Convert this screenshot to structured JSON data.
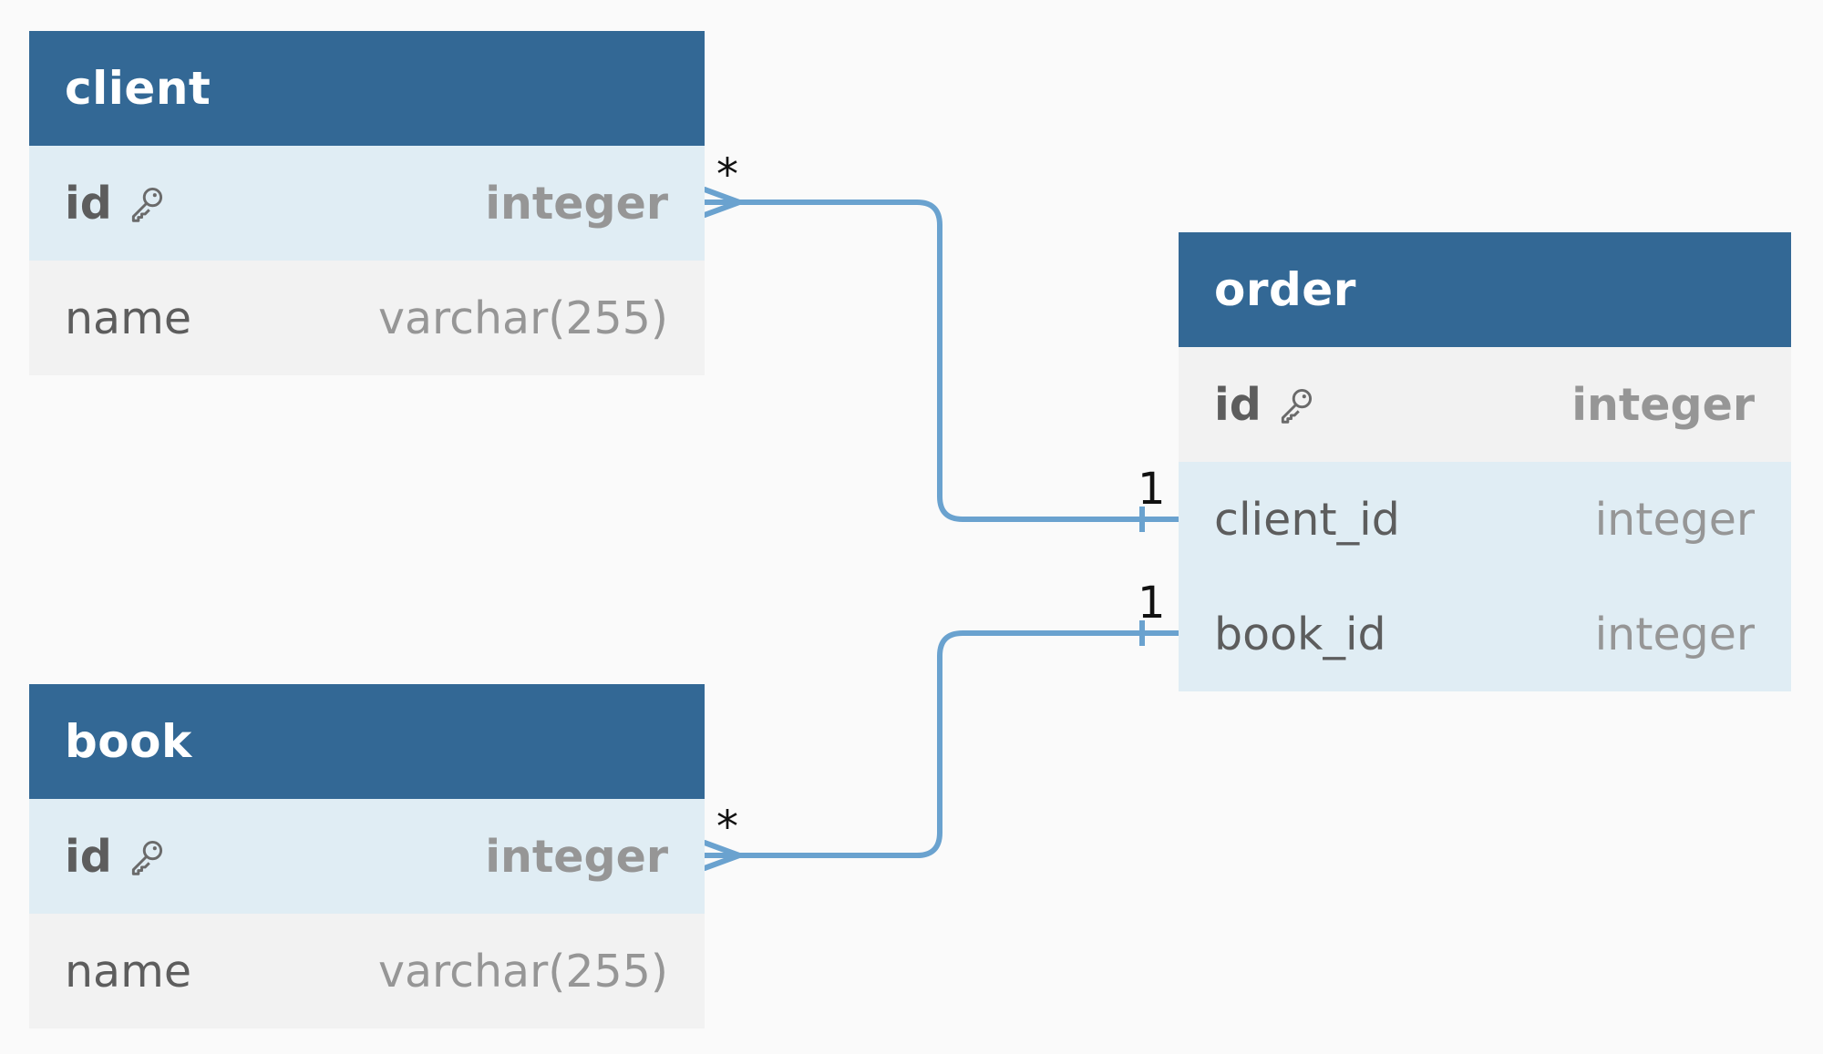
{
  "colors": {
    "header_bg": "#336895",
    "connector": "#6aa2cf",
    "row_highlight": "#e0edf4",
    "row_plain": "#f2f2f2"
  },
  "tables": {
    "client": {
      "name": "client",
      "fields": [
        {
          "name": "id",
          "type": "integer",
          "icon": "key-icon"
        },
        {
          "name": "name",
          "type": "varchar(255)"
        }
      ]
    },
    "book": {
      "name": "book",
      "fields": [
        {
          "name": "id",
          "type": "integer",
          "icon": "key-icon"
        },
        {
          "name": "name",
          "type": "varchar(255)"
        }
      ]
    },
    "order": {
      "name": "order",
      "fields": [
        {
          "name": "id",
          "type": "integer",
          "icon": "key-icon"
        },
        {
          "name": "client_id",
          "type": "integer"
        },
        {
          "name": "book_id",
          "type": "integer"
        }
      ]
    }
  },
  "relations": [
    {
      "from": "client.id",
      "to": "order.client_id",
      "from_card": "*",
      "to_card": "1"
    },
    {
      "from": "book.id",
      "to": "order.book_id",
      "from_card": "*",
      "to_card": "1"
    }
  ]
}
